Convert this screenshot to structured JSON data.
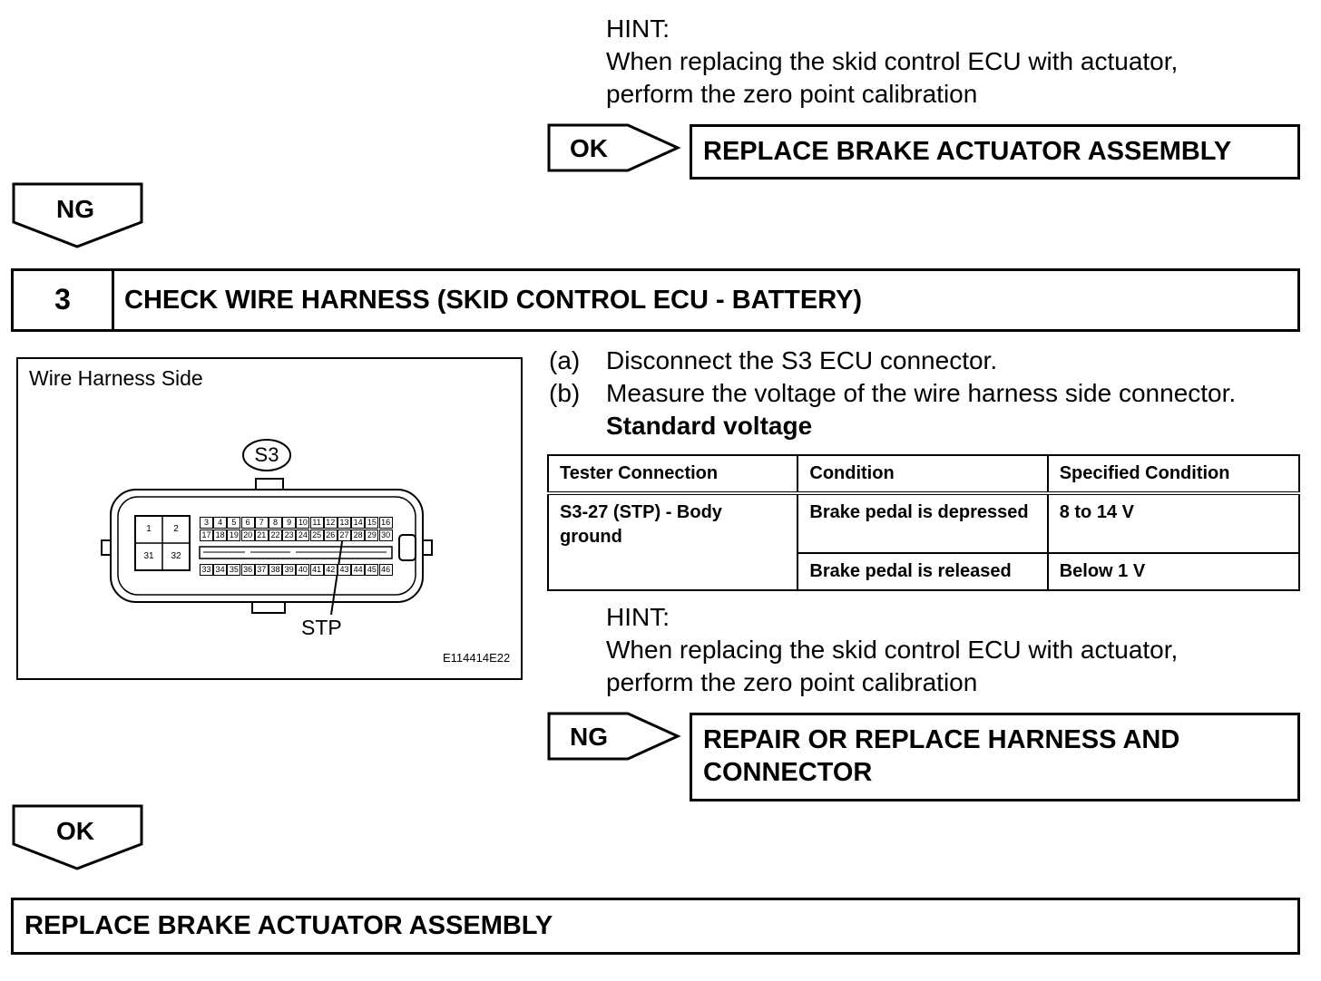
{
  "top": {
    "hint_label": "HINT:",
    "hint_line1": "When replacing the skid control ECU with actuator,",
    "hint_line2": "perform the zero point calibration",
    "ok_label": "OK",
    "ok_result": "REPLACE BRAKE ACTUATOR ASSEMBLY",
    "ng_label": "NG"
  },
  "step": {
    "number": "3",
    "title": "CHECK WIRE HARNESS (SKID CONTROL ECU - BATTERY)"
  },
  "figure": {
    "title": "Wire Harness Side",
    "connector_label": "S3",
    "pin_label": "STP",
    "figure_id": "E114414E22",
    "left_pins": [
      "1",
      "2",
      "31",
      "32"
    ],
    "row1_pins": [
      "3",
      "4",
      "5",
      "6",
      "7",
      "8",
      "9",
      "10",
      "11",
      "12",
      "13",
      "14",
      "15",
      "16"
    ],
    "row2_pins": [
      "17",
      "18",
      "19",
      "20",
      "21",
      "22",
      "23",
      "24",
      "25",
      "26",
      "27",
      "28",
      "29",
      "30"
    ],
    "row3_pins": [
      "33",
      "34",
      "35",
      "36",
      "37",
      "38",
      "39",
      "40",
      "41",
      "42",
      "43",
      "44",
      "45",
      "46"
    ]
  },
  "instructions": {
    "a_marker": "(a)",
    "a_text": "Disconnect the S3 ECU connector.",
    "b_marker": "(b)",
    "b_text": "Measure the voltage of the wire harness side connector.",
    "standard": "Standard voltage"
  },
  "table": {
    "headers": [
      "Tester Connection",
      "Condition",
      "Specified Condition"
    ],
    "connection": "S3-27 (STP) - Body ground",
    "rows": [
      {
        "condition": "Brake pedal is depressed",
        "spec": "8 to 14 V"
      },
      {
        "condition": "Brake pedal is released",
        "spec": "Below 1 V"
      }
    ]
  },
  "mid": {
    "hint_label": "HINT:",
    "hint_line1": "When replacing the skid control ECU with actuator,",
    "hint_line2": "perform the zero point calibration",
    "ng_label": "NG",
    "ng_result_line1": "REPAIR OR REPLACE HARNESS AND",
    "ng_result_line2": "CONNECTOR",
    "ok_label": "OK"
  },
  "final": {
    "result": "REPLACE BRAKE ACTUATOR ASSEMBLY"
  }
}
